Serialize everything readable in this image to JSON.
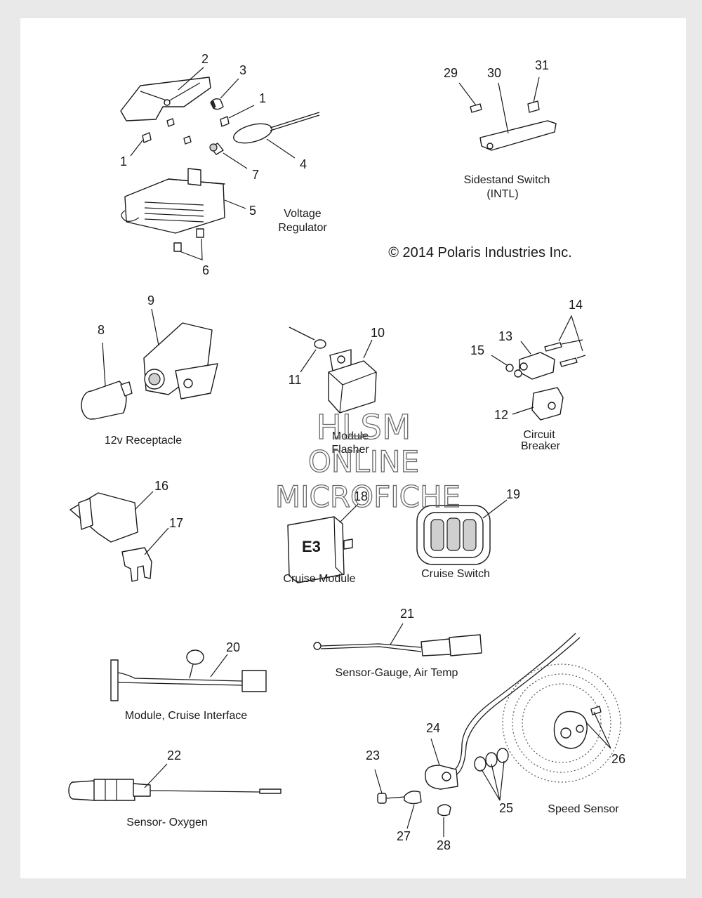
{
  "copyright": "© 2014 Polaris Industries Inc.",
  "watermark": [
    "HLSM",
    "ONLINE",
    "MICROFICHE"
  ],
  "captions": {
    "voltage_regulator": [
      "Voltage",
      "Regulator"
    ],
    "sidestand_switch": [
      "Sidestand Switch",
      "(INTL)"
    ],
    "receptacle": "12v Receptacle",
    "module_flasher": [
      "Module",
      "Flasher"
    ],
    "circuit_breaker": [
      "Circuit",
      "Breaker"
    ],
    "cruise_module": "Cruise Module",
    "cruise_switch": "Cruise Switch",
    "sensor_gauge": "Sensor-Gauge, Air Temp",
    "cruise_interface": "Module, Cruise Interface",
    "sensor_oxygen": "Sensor- Oxygen",
    "speed_sensor": "Speed Sensor"
  },
  "callouts": {
    "c1a": "1",
    "c1b": "1",
    "c2": "2",
    "c3": "3",
    "c4": "4",
    "c5": "5",
    "c6": "6",
    "c7": "7",
    "c8": "8",
    "c9": "9",
    "c10": "10",
    "c11": "11",
    "c12": "12",
    "c13": "13",
    "c14": "14",
    "c15": "15",
    "c16": "16",
    "c17": "17",
    "c18": "18",
    "c19": "19",
    "c20": "20",
    "c21": "21",
    "c22": "22",
    "c23": "23",
    "c24": "24",
    "c25": "25",
    "c26": "26",
    "c27": "27",
    "c28": "28",
    "c29": "29",
    "c30": "30",
    "c31": "31"
  }
}
